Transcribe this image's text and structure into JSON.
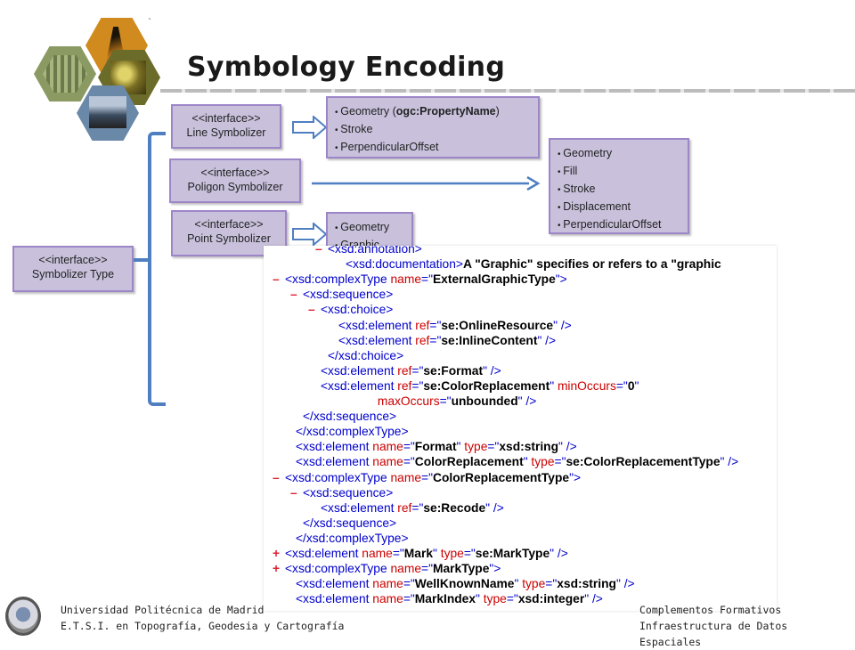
{
  "slide": {
    "title": "Symbology Encoding"
  },
  "boxes": {
    "line": {
      "line1": "<<interface>>",
      "line2": "Line Symbolizer"
    },
    "polygon": {
      "line1": "<<interface>>",
      "line2": "Poligon Symbolizer"
    },
    "point": {
      "line1": "<<interface>>",
      "line2": "Point Symbolizer"
    },
    "symbolizer": {
      "line1": "<<interface>>",
      "line2": "Symbolizer Type"
    }
  },
  "lists": {
    "line": {
      "geometry_prefix": "Geometry (",
      "geometry_bold": "ogc:PropertyName",
      "geometry_suffix": ")",
      "items": [
        "Stroke",
        "PerpendicularOffset"
      ]
    },
    "polygon": {
      "items": [
        "Geometry",
        "Fill",
        "Stroke",
        "Displacement",
        "PerpendicularOffset"
      ]
    },
    "point": {
      "items": [
        "Geometry",
        "Graphic"
      ]
    }
  },
  "xml": {
    "lines": [
      {
        "marker": "–",
        "tag": "<xsd:annotation>",
        "attrs": [],
        "text": ""
      },
      {
        "marker": "",
        "tag": "<xsd:documentation>",
        "attrs": [],
        "text": "A \"Graphic\" specifies or refers to a \"graphic"
      },
      {
        "marker": "–",
        "tag": "<xsd:complexType",
        "attrs": [
          [
            "name",
            "ExternalGraphicType"
          ]
        ],
        "close": ">"
      },
      {
        "marker": "–",
        "tag": "<xsd:sequence>",
        "attrs": []
      },
      {
        "marker": "–",
        "tag": "<xsd:choice>",
        "attrs": []
      },
      {
        "marker": "",
        "tag": "<xsd:element",
        "attrs": [
          [
            "ref",
            "se:OnlineResource"
          ]
        ],
        "close": " />"
      },
      {
        "marker": "",
        "tag": "<xsd:element",
        "attrs": [
          [
            "ref",
            "se:InlineContent"
          ]
        ],
        "close": " />"
      },
      {
        "marker": "",
        "tag": "</xsd:choice>",
        "attrs": []
      },
      {
        "marker": "",
        "tag": "<xsd:element",
        "attrs": [
          [
            "ref",
            "se:Format"
          ]
        ],
        "close": " />"
      },
      {
        "marker": "",
        "tag": "<xsd:element",
        "attrs": [
          [
            "ref",
            "se:ColorReplacement"
          ],
          [
            "minOccurs",
            "0"
          ]
        ],
        "close": ""
      },
      {
        "marker": "",
        "tag": "",
        "attrs": [
          [
            "maxOccurs",
            "unbounded"
          ]
        ],
        "close": " />"
      },
      {
        "marker": "",
        "tag": "</xsd:sequence>",
        "attrs": []
      },
      {
        "marker": "",
        "tag": "</xsd:complexType>",
        "attrs": []
      },
      {
        "marker": "",
        "tag": "<xsd:element",
        "attrs": [
          [
            "name",
            "Format"
          ],
          [
            "type",
            "xsd:string"
          ]
        ],
        "close": " />"
      },
      {
        "marker": "",
        "tag": "<xsd:element",
        "attrs": [
          [
            "name",
            "ColorReplacement"
          ],
          [
            "type",
            "se:ColorReplacementType"
          ]
        ],
        "close": " />"
      },
      {
        "marker": "–",
        "tag": "<xsd:complexType",
        "attrs": [
          [
            "name",
            "ColorReplacementType"
          ]
        ],
        "close": ">"
      },
      {
        "marker": "–",
        "tag": "<xsd:sequence>",
        "attrs": []
      },
      {
        "marker": "",
        "tag": "<xsd:element",
        "attrs": [
          [
            "ref",
            "se:Recode"
          ]
        ],
        "close": " />"
      },
      {
        "marker": "",
        "tag": "</xsd:sequence>",
        "attrs": []
      },
      {
        "marker": "",
        "tag": "</xsd:complexType>",
        "attrs": []
      },
      {
        "marker": "+",
        "tag": "<xsd:element",
        "attrs": [
          [
            "name",
            "Mark"
          ],
          [
            "type",
            "se:MarkType"
          ]
        ],
        "close": " />"
      },
      {
        "marker": "+",
        "tag": "<xsd:complexType",
        "attrs": [
          [
            "name",
            "MarkType"
          ]
        ],
        "close": ">"
      },
      {
        "marker": "",
        "tag": "<xsd:element",
        "attrs": [
          [
            "name",
            "WellKnownName"
          ],
          [
            "type",
            "xsd:string"
          ]
        ],
        "close": " />"
      },
      {
        "marker": "",
        "tag": "<xsd:element",
        "attrs": [
          [
            "name",
            "MarkIndex"
          ],
          [
            "type",
            "xsd:integer"
          ]
        ],
        "close": " />"
      }
    ]
  },
  "footer": {
    "left1": "Universidad  Politécnica  de Madrid",
    "left2": "E.T.S.I. en Topografía, Geodesia y Cartografía",
    "right1": "Complementos  Formativos",
    "right2": "Infraestructura  de Datos Espaciales"
  },
  "colors": {
    "box_fill": "#c9c1dc",
    "box_border": "#9d86c8",
    "bracket": "#4f7fc1",
    "xml_tag": "#0000cc",
    "xml_attr_name": "#cc0000",
    "xml_marker": "#dd2233"
  }
}
